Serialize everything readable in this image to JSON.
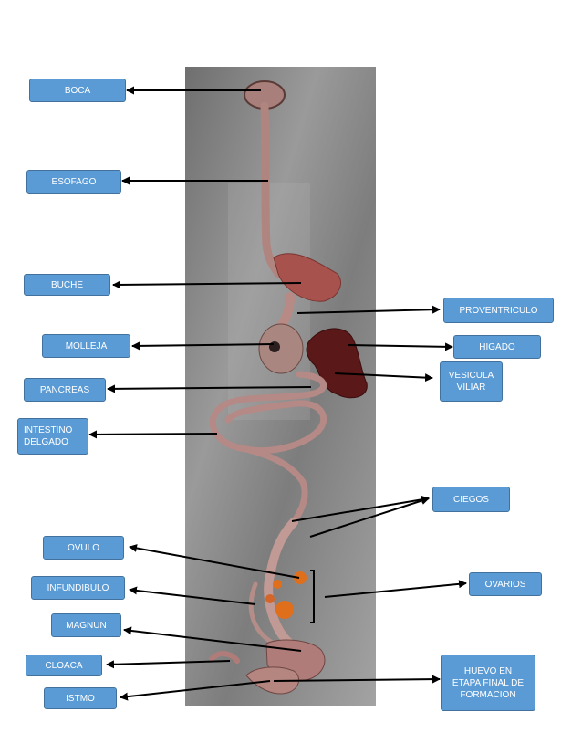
{
  "colors": {
    "label_fill": "#5b9bd5",
    "label_border": "#41719c",
    "label_text": "#ffffff",
    "arrow": "#000000",
    "specimen_background": "#8a8a8a",
    "tissue": "#b98a86",
    "yolk": "#e06f1c"
  },
  "labels": {
    "boca": "BOCA",
    "esofago": "ESOFAGO",
    "buche": "BUCHE",
    "proventriculo": "PROVENTRICULO",
    "molleja": "MOLLEJA",
    "higado": "HIGADO",
    "vesicula": "VESICULA\nVILIAR",
    "pancreas": "PANCREAS",
    "intestino": "INTESTINO\nDELGADO",
    "ciegos": "CIEGOS",
    "ovulo": "OVULO",
    "ovarios": "OVARIOS",
    "infundibulo": "INFUNDIBULO",
    "magnun": "MAGNUN",
    "cloaca": "CLOACA",
    "huevo": "HUEVO EN\nETAPA FINAL DE\nFORMACION",
    "istmo": "ISTMO"
  }
}
